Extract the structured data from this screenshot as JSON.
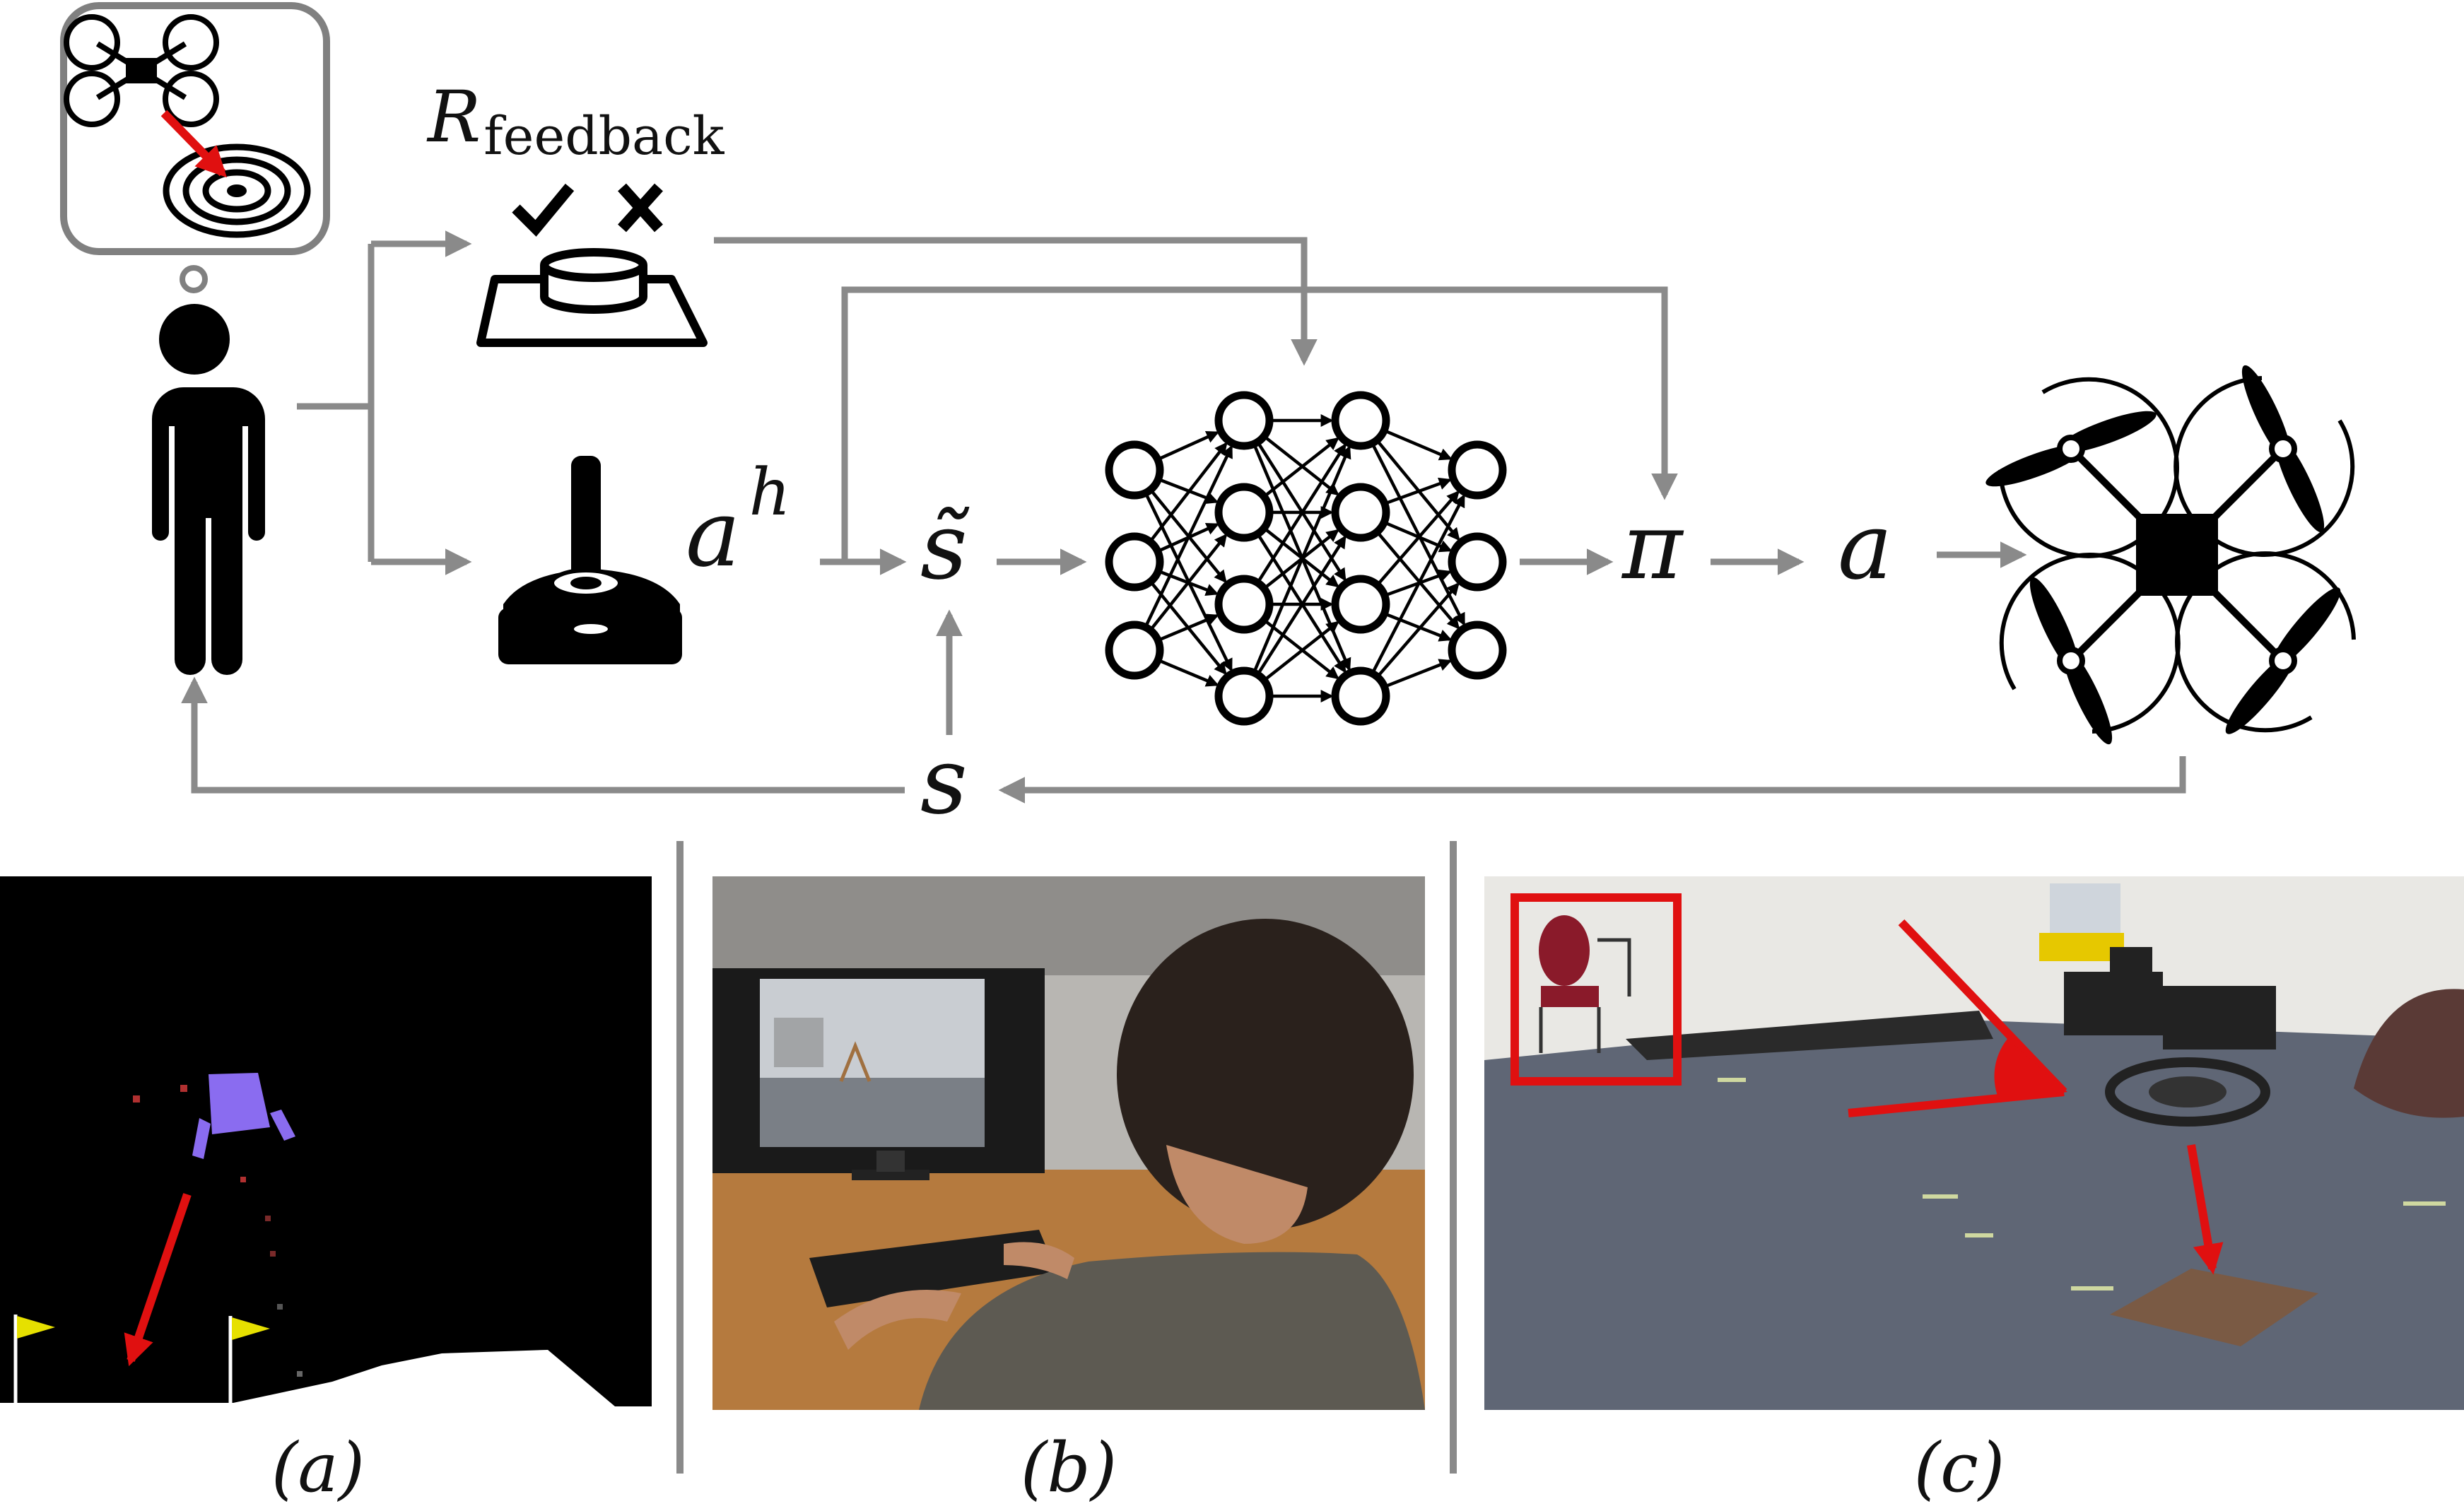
{
  "diagram": {
    "reward_label_main": "R",
    "reward_label_sub": "feedback",
    "human_action_base": "a",
    "human_action_sup": "h",
    "shared_state": "s̃",
    "policy": "π",
    "action": "a",
    "state": "s"
  },
  "panels": [
    {
      "caption": "(a)"
    },
    {
      "caption": "(b)"
    },
    {
      "caption": "(c)"
    }
  ],
  "colors": {
    "arrow_gray": "#8a8a8a",
    "annotation_red": "#e01010",
    "lander_purple": "#8a6cf0",
    "flag_yellow": "#e6e000"
  },
  "icons": {
    "thought_bubble": "drone-landing-goal-icon",
    "human": "person-icon",
    "feedback": "feedback-button-icon",
    "joystick": "joystick-icon",
    "network": "neural-network-icon",
    "quadrotor": "quadrotor-icon"
  }
}
